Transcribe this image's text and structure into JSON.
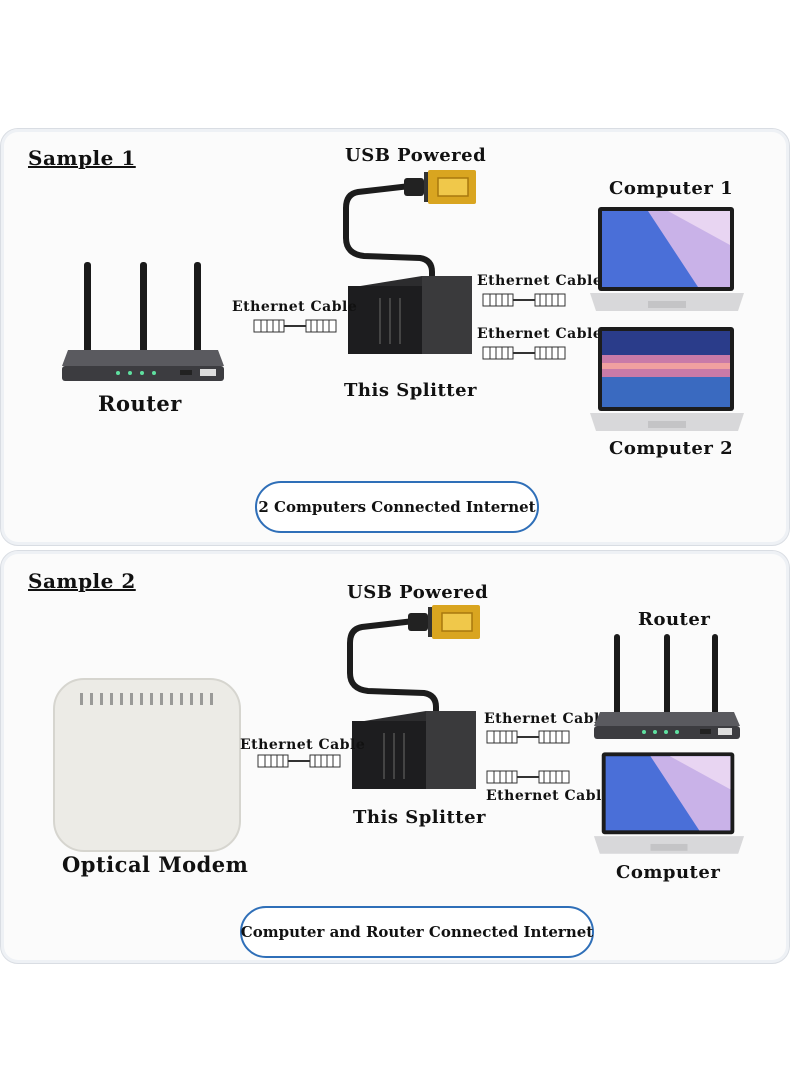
{
  "sample1": {
    "title": "Sample 1",
    "usb_label": "USB Powered",
    "router_label": "Router",
    "splitter_label": "This Splitter",
    "cable_in_label": "Ethernet Cable",
    "cable_out1_label": "Ethernet Cable",
    "cable_out2_label": "Ethernet Cable",
    "device1_label": "Computer 1",
    "device2_label": "Computer 2",
    "caption": "2 Computers Connected Internet"
  },
  "sample2": {
    "title": "Sample 2",
    "usb_label": "USB Powered",
    "modem_label": "Optical Modem",
    "splitter_label": "This Splitter",
    "cable_in_label": "Ethernet Cable",
    "cable_out1_label": "Ethernet Cable",
    "cable_out2_label": "Ethernet Cable",
    "device1_label": "Router",
    "device2_label": "Computer",
    "caption": "Computer and Router Connected Internet"
  },
  "colors": {
    "panel_border": "#d9dde3",
    "caption_border": "#2f6fb8",
    "router_body": "#4a4a4e",
    "usb_gold": "#d9a520",
    "laptop_screen_blue": "#4a6fd8"
  }
}
